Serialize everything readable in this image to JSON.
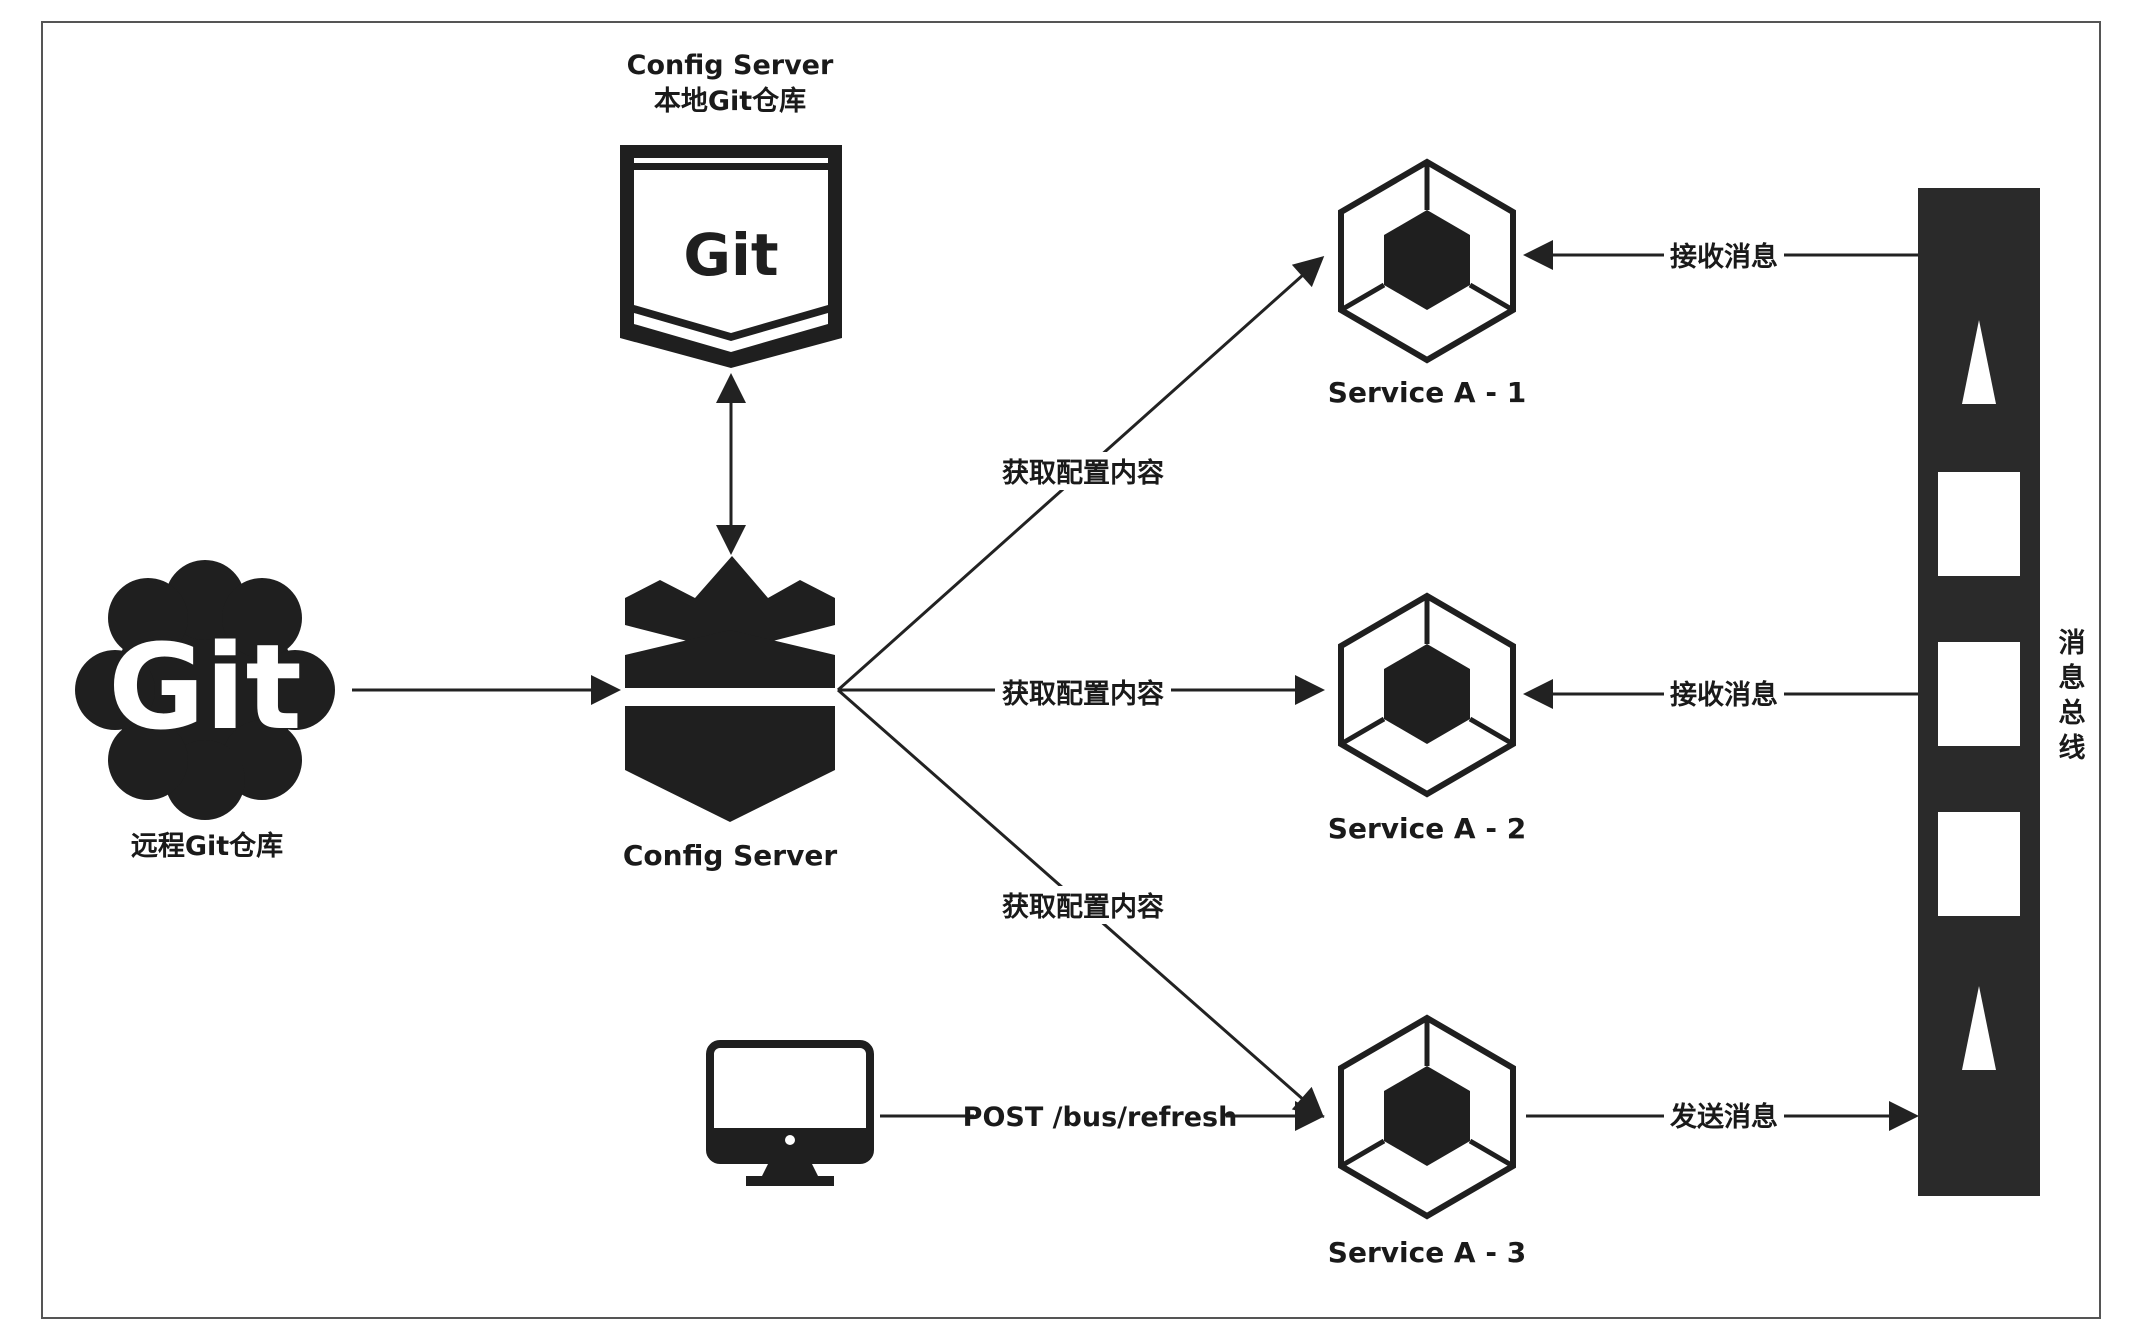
{
  "nodes": {
    "remote_git": {
      "logo": "Git",
      "label": "远程Git仓库"
    },
    "local_git": {
      "logo": "Git",
      "title_line1": "Config Server",
      "title_line2": "本地Git仓库"
    },
    "config_server": {
      "label": "Config Server"
    },
    "service1": {
      "label": "Service A - 1"
    },
    "service2": {
      "label": "Service A - 2"
    },
    "service3": {
      "label": "Service A - 3"
    },
    "bus": {
      "label_chars": [
        "消",
        "息",
        "总",
        "线"
      ]
    },
    "monitor": {
      "icon": "monitor-icon"
    }
  },
  "edges": {
    "fetch1": "获取配置内容",
    "fetch2": "获取配置内容",
    "fetch3": "获取配置内容",
    "receive1": "接收消息",
    "receive2": "接收消息",
    "send": "发送消息",
    "post": "POST /bus/refresh"
  }
}
